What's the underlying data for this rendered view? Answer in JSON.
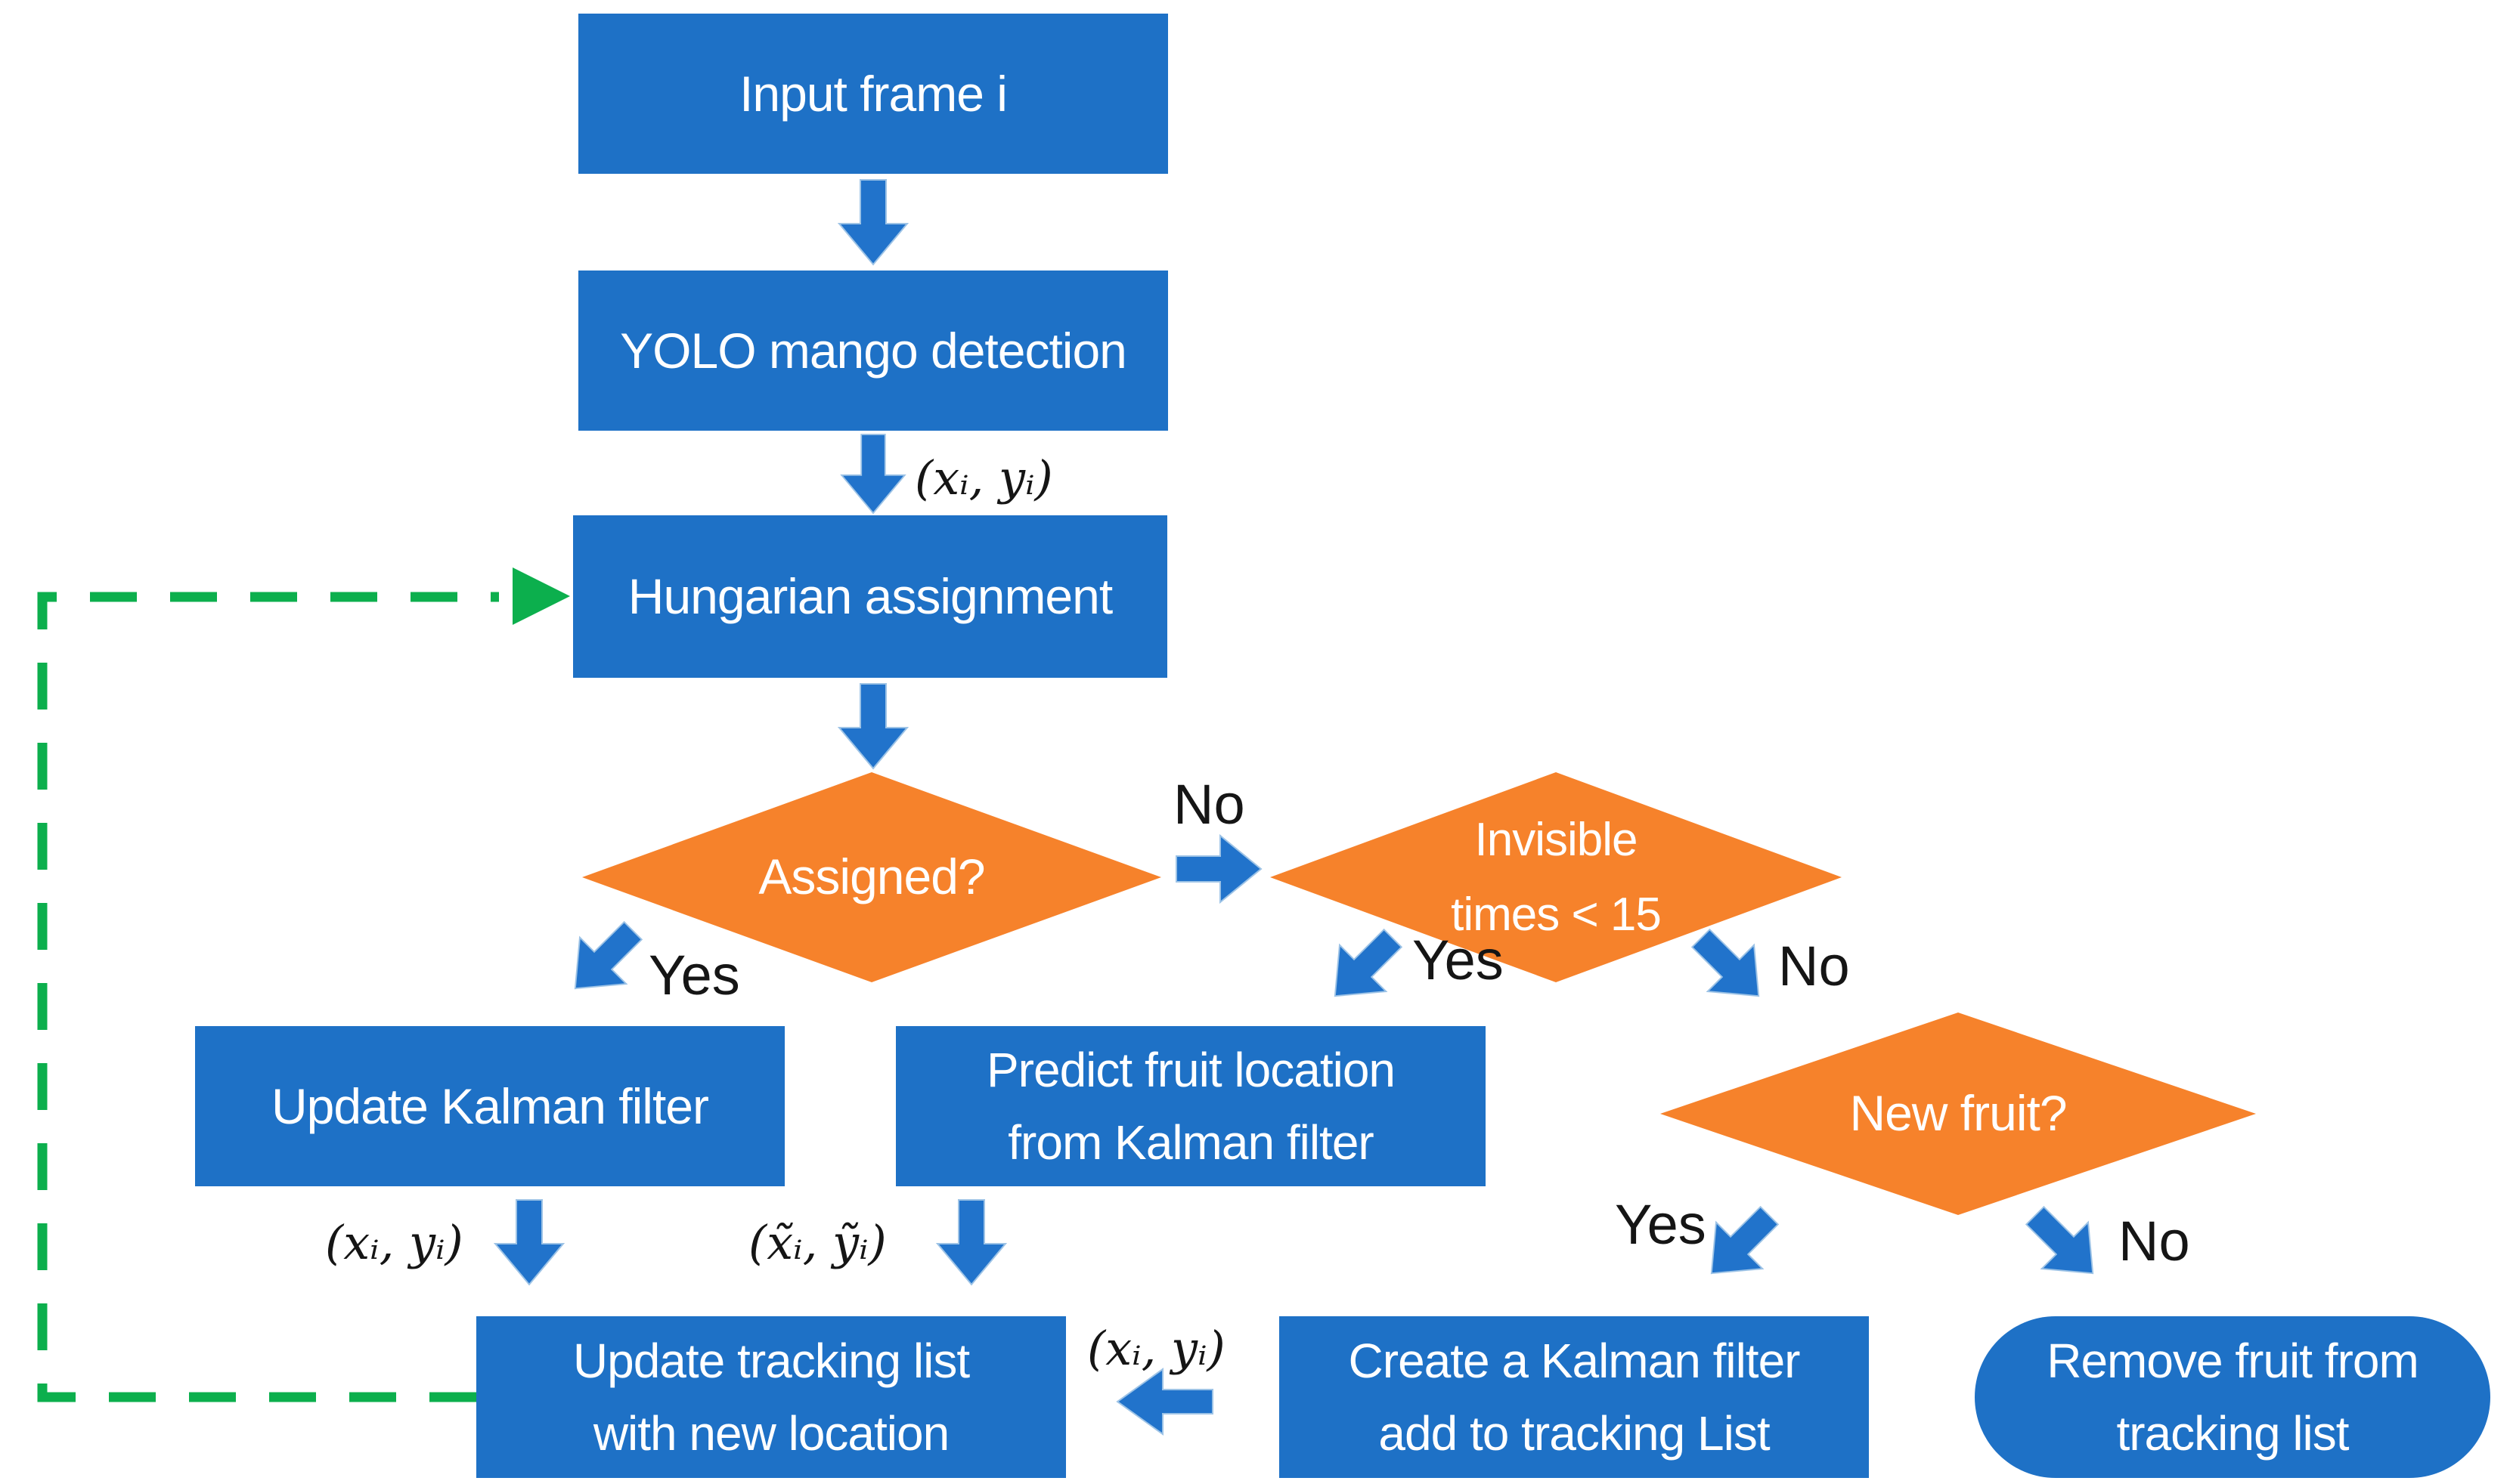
{
  "diagram": {
    "type": "flowchart",
    "topic": "Mango fruit tracking pipeline (YOLO detection + Kalman filter + Hungarian assignment)"
  },
  "colors": {
    "process_box_blue": "#1E71C6",
    "decision_diamond_orange": "#F6822B",
    "block_arrow_blue": "#2173CB",
    "feedback_loop_green": "#0CAF4D",
    "label_text_black": "#151515",
    "node_text_white": "#FFFFFF",
    "background": "#FFFFFF"
  },
  "nodes": {
    "input_frame": {
      "label": "Input frame i"
    },
    "yolo": {
      "label": "YOLO mango detection"
    },
    "hungarian": {
      "label": "Hungarian assignment"
    },
    "assigned": {
      "label": "Assigned?"
    },
    "invisible": {
      "label": "Invisible\ntimes < 15"
    },
    "new_fruit": {
      "label": "New fruit?"
    },
    "update_kalman": {
      "label": "Update Kalman filter"
    },
    "predict": {
      "label": "Predict fruit location\nfrom Kalman filter"
    },
    "update_tracking": {
      "label": "Update tracking list\nwith new location"
    },
    "create_kalman": {
      "label": "Create a Kalman filter\nadd to tracking List"
    },
    "remove_fruit": {
      "label": "Remove fruit from\ntracking list"
    }
  },
  "edge_labels": {
    "assigned_no": "No",
    "assigned_yes": "Yes",
    "invisible_yes": "Yes",
    "invisible_no": "No",
    "new_fruit_yes": "Yes",
    "new_fruit_no": "No",
    "detection_coords": "(xᵢ, yᵢ)",
    "update_coords": "(xᵢ, yᵢ)",
    "predict_coords": "(x̃ᵢ, ỹᵢ)",
    "create_coords": "(xᵢ, yᵢ)"
  }
}
